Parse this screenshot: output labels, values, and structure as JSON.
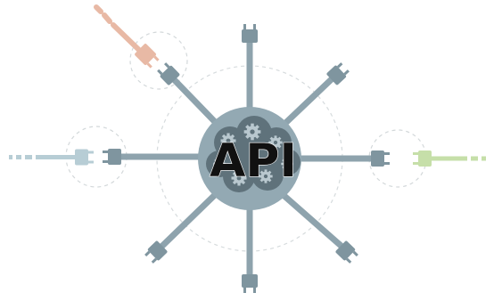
{
  "diagram": {
    "hub_label": "API",
    "colors": {
      "background": "#ffffff",
      "arm": "#8ea3ad",
      "plug": "#7f959f",
      "hub": "#93a9b3",
      "cloud": "#5f727b",
      "gear": "#b9c8cf",
      "label": "#111111",
      "dashed_circle": "#d3d8da",
      "orange_cable": "#e8b9a5",
      "blue_cable": "#b7cdd5",
      "green_cable": "#c6dfa9"
    },
    "connectors": [
      {
        "name": "top",
        "state": "connected"
      },
      {
        "name": "top-right",
        "state": "connected"
      },
      {
        "name": "right",
        "state": "incoming-green"
      },
      {
        "name": "bottom-right",
        "state": "connected"
      },
      {
        "name": "bottom",
        "state": "connected"
      },
      {
        "name": "bottom-left",
        "state": "connected"
      },
      {
        "name": "left",
        "state": "incoming-blue"
      },
      {
        "name": "top-left",
        "state": "incoming-orange"
      }
    ]
  }
}
